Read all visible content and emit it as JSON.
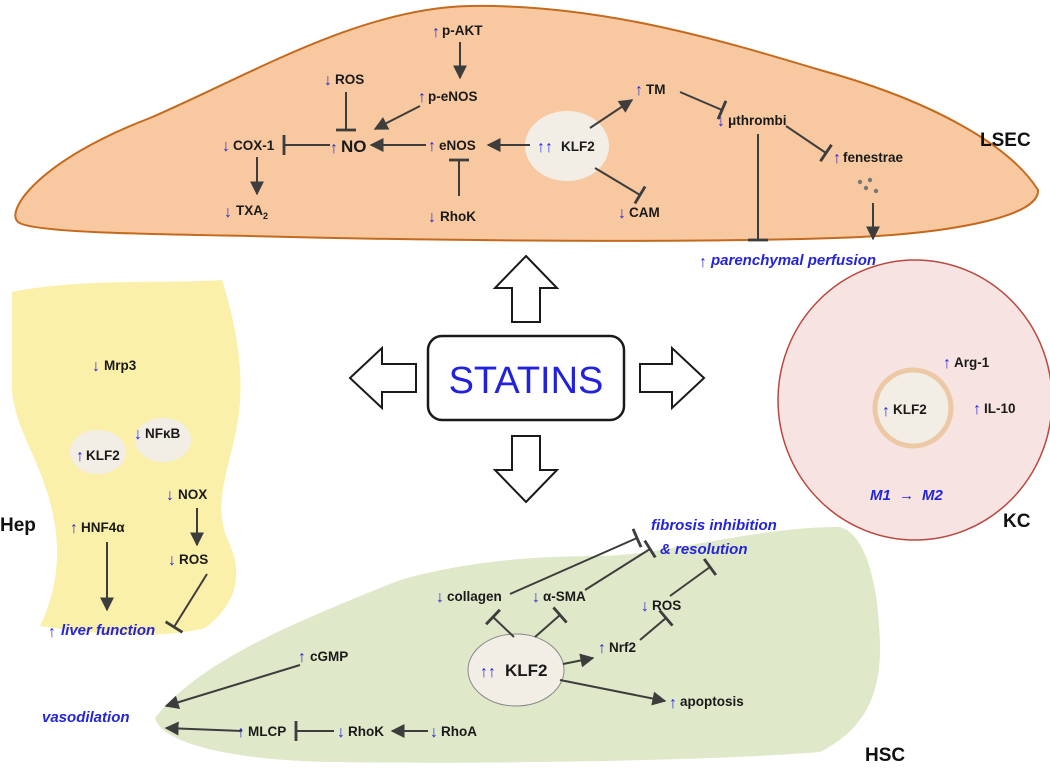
{
  "center": {
    "label": "STATINS"
  },
  "cells": {
    "lsec": "LSEC",
    "hep": "Hep",
    "kc": "KC",
    "hsc": "HSC"
  },
  "lsec": {
    "p_akt": "p-AKT",
    "ros": "ROS",
    "p_enos": "p-eNOS",
    "no": "NO",
    "cox1": "COX-1",
    "enos": "eNOS",
    "klf2": "KLF2",
    "tm": "TM",
    "uthrombi": "μthrombi",
    "fenestrae": "fenestrae",
    "txa2": "TXA",
    "txa2_sub": "2",
    "rhok": "RhoK",
    "cam": "CAM",
    "perfusion": "parenchymal perfusion"
  },
  "hep": {
    "mrp3": "Mrp3",
    "klf2": "KLF2",
    "nfkb": "NFκB",
    "nox": "NOX",
    "hnf4a": "HNF4α",
    "ros": "ROS",
    "liver_function": "liver function"
  },
  "kc": {
    "klf2": "KLF2",
    "arg1": "Arg-1",
    "il10": "IL-10",
    "m1": "M1",
    "m2": "M2"
  },
  "hsc": {
    "fibrosis_line1": "fibrosis inhibition",
    "fibrosis_line2": "& resolution",
    "collagen": "collagen",
    "asma": "α-SMA",
    "ros": "ROS",
    "nrf2": "Nrf2",
    "cgmp": "cGMP",
    "klf2": "KLF2",
    "vasodilation": "vasodilation",
    "apoptosis": "apoptosis",
    "mlcp": "MLCP",
    "rhok": "RhoK",
    "rhoa": "RhoA"
  },
  "colors": {
    "lsec_fill": "#f8c9a0",
    "lsec_edge": "#c46a1f",
    "hep_fill": "#fbf0aa",
    "kc_fill": "#f7e3e1",
    "kc_edge": "#b9483e",
    "hsc_fill": "#dfe8c9",
    "nucleus_fill": "#f2eee6",
    "accent": "#2222dd"
  }
}
